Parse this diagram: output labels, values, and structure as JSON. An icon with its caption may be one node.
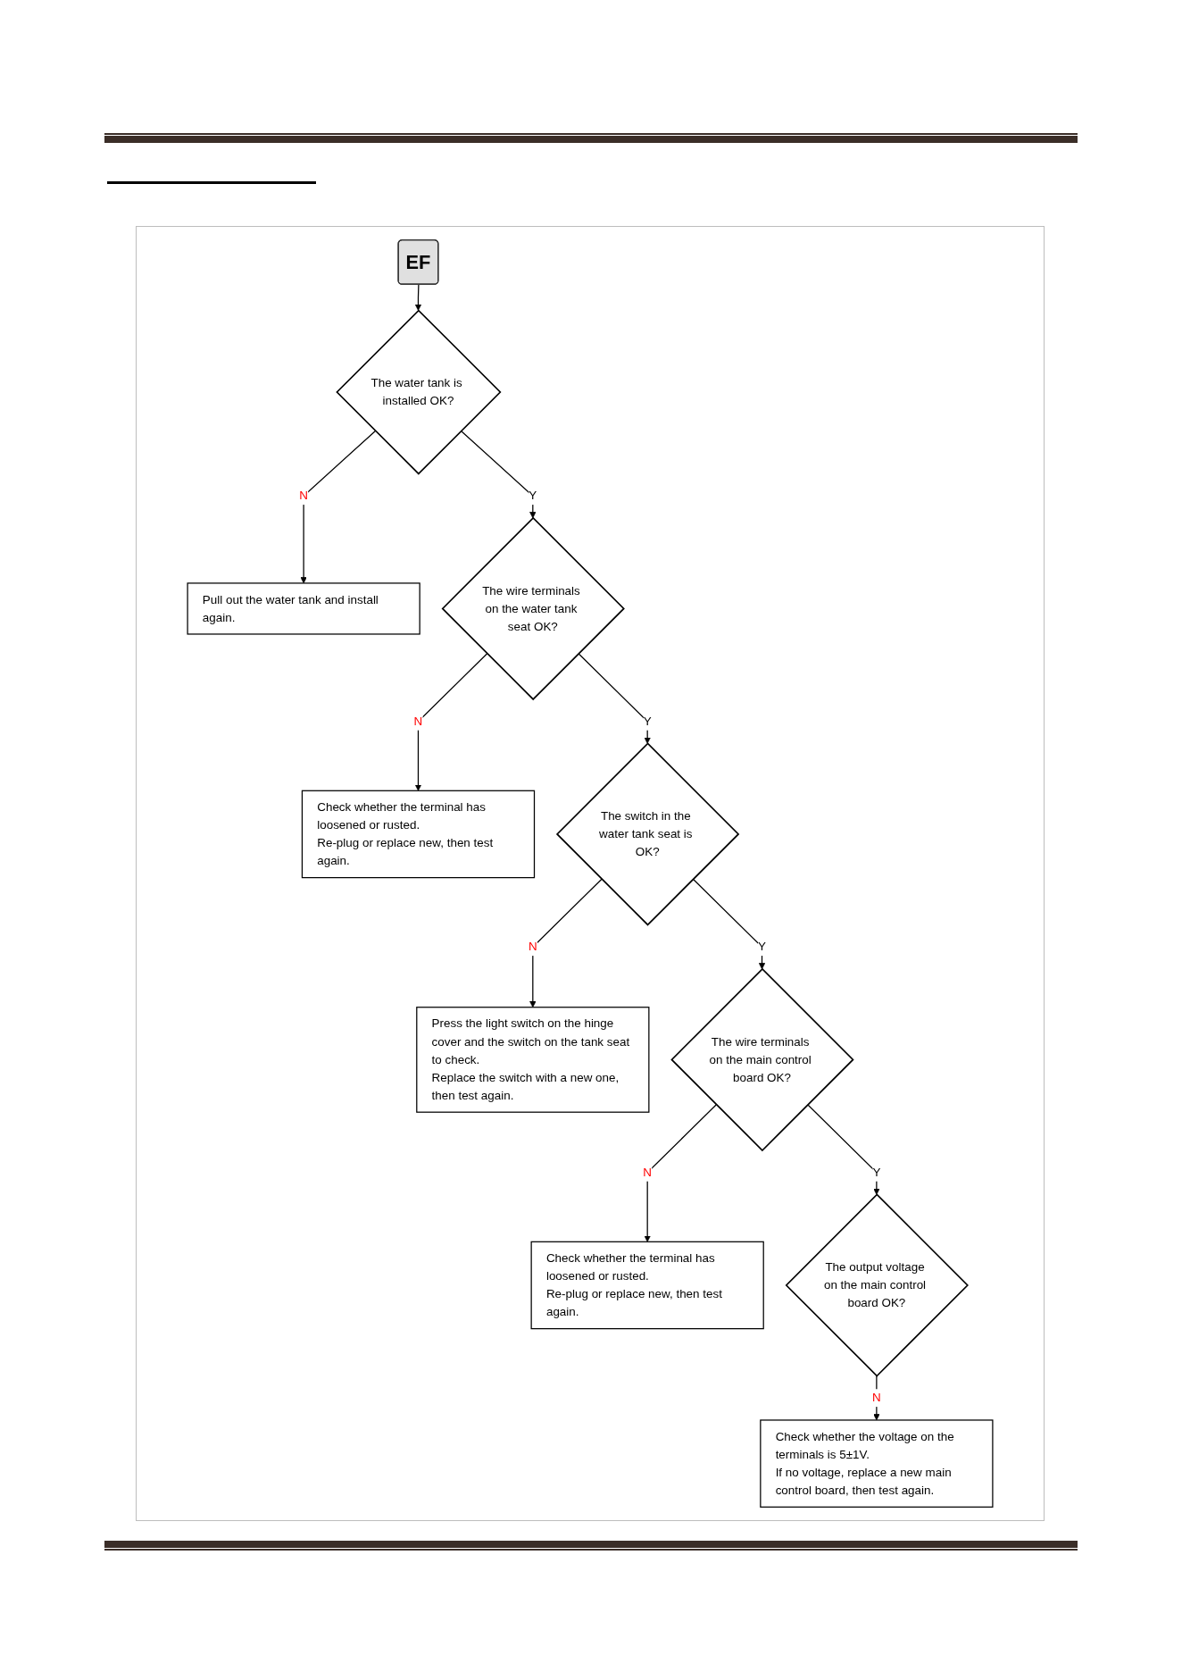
{
  "diagram": {
    "nodes": [
      {
        "text": [
          "EF"
        ]
      },
      {
        "text": [
          "The water tank is installed OK?"
        ]
      },
      {
        "text": [
          "Pull out the water tank and install again."
        ]
      },
      {
        "text": [
          "The wire terminals on the water tank seat OK?"
        ]
      },
      {
        "text": [
          "Check whether the terminal has loosened or rusted.",
          "Re-plug or replace new, then test again."
        ]
      },
      {
        "text": [
          "The switch in the water tank seat is OK?"
        ]
      },
      {
        "text": [
          "Press the light switch on the hinge cover and the switch on the tank seat to check.",
          "Replace the switch with a new one, then test again."
        ]
      },
      {
        "text": [
          "The wire terminals on the main control board OK?"
        ]
      },
      {
        "text": [
          "Check whether the terminal has loosened or rusted.",
          "Re-plug or replace new, then test again."
        ]
      },
      {
        "text": [
          "The output voltage on the main control board OK?"
        ]
      },
      {
        "text": [
          "Check whether the voltage on the terminals is 5±1V.",
          "If no voltage, replace a new main control board, then test again."
        ]
      }
    ],
    "edges": [
      {
        "from": 0,
        "to": 1,
        "arrow": "to"
      },
      {
        "from": 1,
        "to": 2,
        "arrow": "to",
        "label": "N"
      },
      {
        "from": 1,
        "to": 3,
        "arrow": "to",
        "label": "Y"
      },
      {
        "from": 3,
        "to": 4,
        "arrow": "to",
        "label": "N"
      },
      {
        "from": 3,
        "to": 5,
        "arrow": "to",
        "label": "Y"
      },
      {
        "from": 5,
        "to": 6,
        "arrow": "to",
        "label": "N"
      },
      {
        "from": 5,
        "to": 7,
        "arrow": "to",
        "label": "Y"
      },
      {
        "from": 7,
        "to": 8,
        "arrow": "to",
        "label": "N"
      },
      {
        "from": 7,
        "to": 9,
        "arrow": "to",
        "label": "Y"
      },
      {
        "from": 9,
        "to": 10,
        "arrow": "to",
        "label": "N"
      }
    ]
  }
}
